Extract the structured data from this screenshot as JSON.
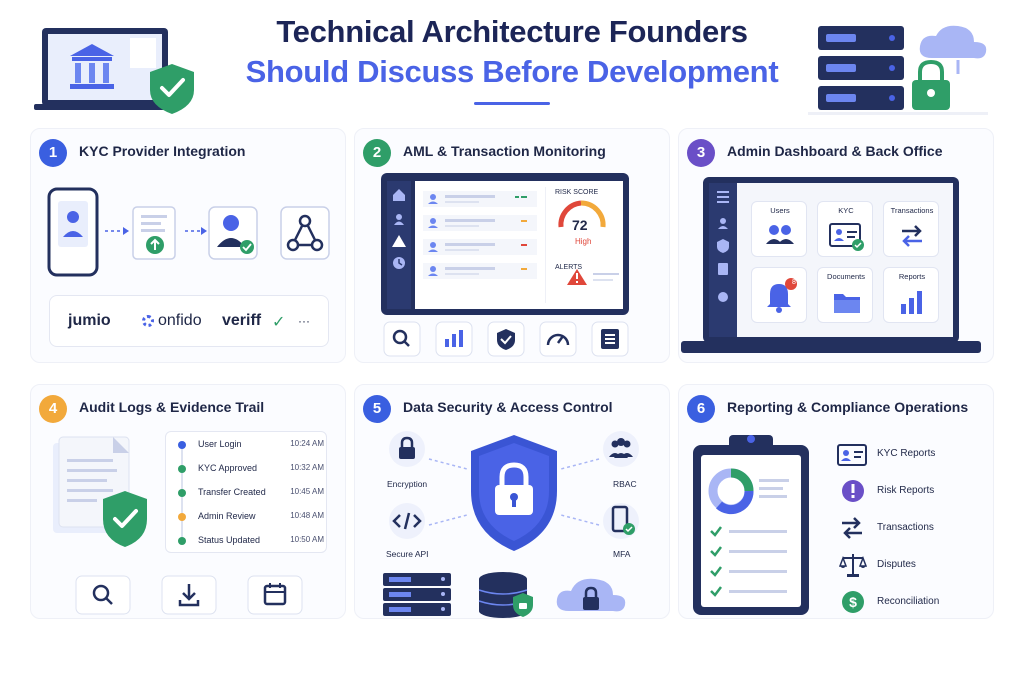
{
  "header": {
    "title_line1": "Technical Architecture Founders",
    "title_line2": "Should Discuss Before Development"
  },
  "colors": {
    "navy": "#1c2557",
    "accent_blue": "#4a63e6",
    "green": "#2f9e68",
    "purple": "#6a4fc7",
    "orange": "#f2a93b",
    "red": "#e0473a"
  },
  "cards": [
    {
      "number": "1",
      "title": "KYC Provider Integration",
      "number_color": "#3a5fe0",
      "providers": [
        "jumio",
        "onfido",
        "veriff",
        "···"
      ]
    },
    {
      "number": "2",
      "title": "AML & Transaction Monitoring",
      "number_color": "#2f9e68",
      "risk_label": "RISK SCORE",
      "risk_value": "72",
      "risk_level": "High",
      "alerts_label": "ALERTS"
    },
    {
      "number": "3",
      "title": "Admin Dashboard & Back Office",
      "number_color": "#6a4fc7",
      "tiles": [
        "Users",
        "KYC",
        "Transactions",
        "",
        "Documents",
        "Reports"
      ],
      "notification_count": "8"
    },
    {
      "number": "4",
      "title": "Audit Logs & Evidence Trail",
      "number_color": "#f2a93b",
      "logs": [
        {
          "event": "User Login",
          "time": "10:24 AM",
          "color": "#3a5fe0"
        },
        {
          "event": "KYC Approved",
          "time": "10:32 AM",
          "color": "#2f9e68"
        },
        {
          "event": "Transfer Created",
          "time": "10:45 AM",
          "color": "#2f9e68"
        },
        {
          "event": "Admin Review",
          "time": "10:48 AM",
          "color": "#f2a93b"
        },
        {
          "event": "Status Updated",
          "time": "10:50 AM",
          "color": "#2f9e68"
        }
      ]
    },
    {
      "number": "5",
      "title": "Data Security & Access Control",
      "number_color": "#3a5fe0",
      "features": [
        "Encryption",
        "RBAC",
        "Secure API",
        "MFA"
      ]
    },
    {
      "number": "6",
      "title": "Reporting & Compliance Operations",
      "number_color": "#3a5fe0",
      "reports": [
        {
          "label": "KYC Reports",
          "icon": "id-card-icon"
        },
        {
          "label": "Risk Reports",
          "icon": "alert-circle-icon"
        },
        {
          "label": "Transactions",
          "icon": "transfer-arrows-icon"
        },
        {
          "label": "Disputes",
          "icon": "scales-icon"
        },
        {
          "label": "Reconciliation",
          "icon": "dollar-circle-icon"
        }
      ]
    }
  ]
}
